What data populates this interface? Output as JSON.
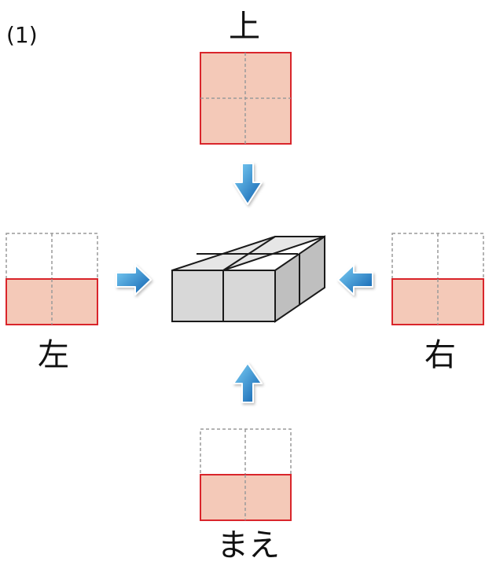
{
  "problem_number": "(1)",
  "views": {
    "top": "上",
    "left": "左",
    "right": "右",
    "front": "まえ"
  },
  "colors": {
    "view_fill": "#f4c9b8",
    "view_border": "#d9252b",
    "grid_dash": "#9a9a9a",
    "arrow_light": "#6ec6f0",
    "arrow_dark": "#0f66b3",
    "box_face": "#d7d7d7",
    "box_top": "#e8e8e8",
    "box_side": "#bdbdbd"
  }
}
